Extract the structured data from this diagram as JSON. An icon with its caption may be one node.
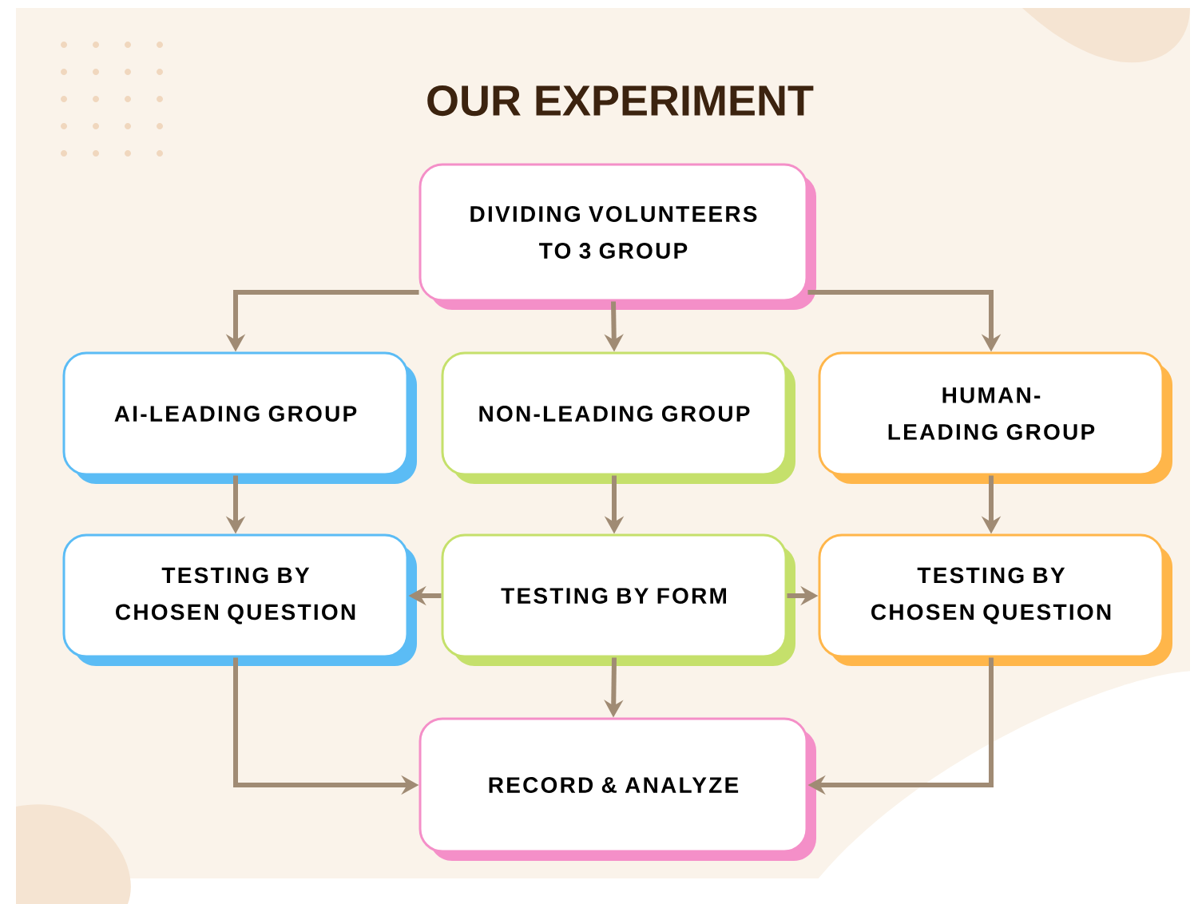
{
  "diagram": {
    "title": "OUR EXPERIMENT",
    "nodes": [
      {
        "text": [
          "DIVIDING VOLUNTEERS TO 3 GROUP"
        ]
      },
      {
        "text": [
          "AI-LEADING GROUP"
        ]
      },
      {
        "text": [
          "NON-LEADING GROUP"
        ]
      },
      {
        "text": [
          "HUMAN-LEADING GROUP"
        ]
      },
      {
        "text": [
          "TESTING BY CHOSEN QUESTION"
        ]
      },
      {
        "text": [
          "TESTING BY FORM"
        ]
      },
      {
        "text": [
          "TESTING BY CHOSEN QUESTION"
        ]
      },
      {
        "text": [
          "RECORD & ANALYZE"
        ]
      }
    ],
    "edges": [
      {
        "from": 0,
        "to": 1,
        "arrow": "to"
      },
      {
        "from": 0,
        "to": 2,
        "arrow": "to"
      },
      {
        "from": 0,
        "to": 3,
        "arrow": "to"
      },
      {
        "from": 1,
        "to": 4,
        "arrow": "to"
      },
      {
        "from": 2,
        "to": 5,
        "arrow": "to"
      },
      {
        "from": 3,
        "to": 6,
        "arrow": "to"
      },
      {
        "from": 5,
        "to": 4,
        "arrow": "to"
      },
      {
        "from": 5,
        "to": 6,
        "arrow": "to"
      },
      {
        "from": 4,
        "to": 7,
        "arrow": "to"
      },
      {
        "from": 5,
        "to": 7,
        "arrow": "to"
      },
      {
        "from": 6,
        "to": 7,
        "arrow": "to"
      }
    ]
  }
}
